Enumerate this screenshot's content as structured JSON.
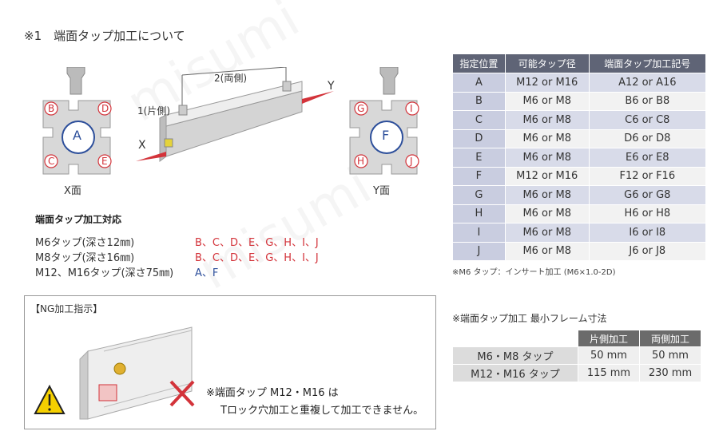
{
  "title": "※1　端面タップ加工について",
  "diagram": {
    "x_face_label": "X面",
    "y_face_label": "Y面",
    "x_axis": "X",
    "y_axis": "Y",
    "one_side": "1(片側)",
    "two_side": "2(両側)",
    "x_face_letters": {
      "center": "A",
      "tl": "B",
      "tr": "D",
      "bl": "C",
      "br": "E"
    },
    "y_face_letters": {
      "center": "F",
      "tl": "G",
      "tr": "I",
      "bl": "H",
      "br": "J"
    }
  },
  "support": {
    "title": "端面タップ加工対応",
    "rows": [
      {
        "label": "M6タップ(深さ12㎜)",
        "value": "B、C、D、E、G、H、I、J"
      },
      {
        "label": "M8タップ(深さ16㎜)",
        "value": "B、C、D、E、G、H、I、J"
      },
      {
        "label": "M12、M16タップ(深さ75㎜)",
        "value": "A、F"
      }
    ]
  },
  "ng": {
    "title": "【NG加工指示】",
    "line1": "※端面タップ M12・M16 は",
    "line2": "Tロック穴加工と重複して加工できません。"
  },
  "spec_table": {
    "headers": [
      "指定位置",
      "可能タップ径",
      "端面タップ加工記号"
    ],
    "rows": [
      [
        "A",
        "M12 or M16",
        "A12 or A16"
      ],
      [
        "B",
        "M6 or M8",
        "B6 or B8"
      ],
      [
        "C",
        "M6 or M8",
        "C6 or C8"
      ],
      [
        "D",
        "M6 or M8",
        "D6 or D8"
      ],
      [
        "E",
        "M6 or M8",
        "E6 or E8"
      ],
      [
        "F",
        "M12 or M16",
        "F12 or F16"
      ],
      [
        "G",
        "M6 or M8",
        "G6 or G8"
      ],
      [
        "H",
        "M6 or M8",
        "H6 or H8"
      ],
      [
        "I",
        "M6 or M8",
        "I6 or I8"
      ],
      [
        "J",
        "M6 or M8",
        "J6 or J8"
      ]
    ],
    "note": "※M6 タップ：インサート加工 (M6×1.0-2D)"
  },
  "min_frame": {
    "title": "※端面タップ加工  最小フレーム寸法",
    "headers": [
      "",
      "片側加工",
      "両側加工"
    ],
    "rows": [
      [
        "M6・M8 タップ",
        "50 mm",
        "50 mm"
      ],
      [
        "M12・M16 タップ",
        "115 mm",
        "230 mm"
      ]
    ]
  },
  "watermark": "misumi",
  "colors": {
    "accent_red": "#d3333a",
    "accent_blue": "#2d4f9b",
    "header": "#5f6476",
    "shade": "#d8dbe9"
  }
}
